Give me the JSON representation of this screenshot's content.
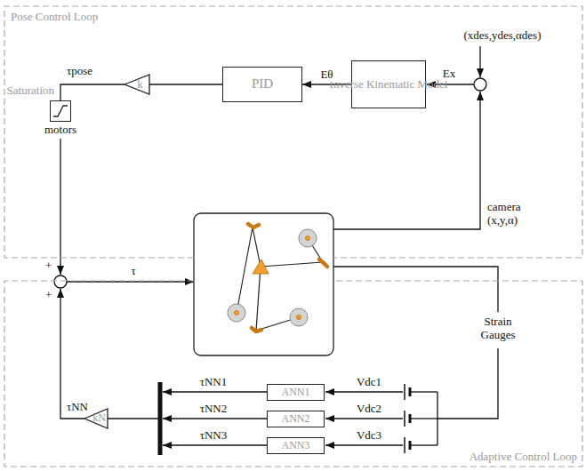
{
  "diagram": {
    "nodes": [
      {
        "text": [
          "Pose Control Loop"
        ]
      },
      {
        "text": [
          "k"
        ],
        "in": 0
      },
      {
        "text": [
          "PID"
        ],
        "in": 0
      },
      {
        "text": [
          "Inverse Kinematic Model"
        ],
        "in": 0
      },
      {
        "text": [
          "Saturation"
        ],
        "in": 0
      },
      {
        "text": [
          "Adaptive Control Loop"
        ]
      },
      {
        "text": [
          "kN"
        ],
        "in": 5
      },
      {
        "text": [
          "ANN1"
        ],
        "in": 5
      },
      {
        "text": [
          "ANN2"
        ],
        "in": 5
      },
      {
        "text": [
          "ANN3"
        ],
        "in": 5
      }
    ],
    "edges": [
      {
        "from": 3,
        "to": 2,
        "arrow": "to",
        "label": "Eθ"
      },
      {
        "from": 2,
        "to": 1,
        "arrow": "none"
      },
      {
        "from": 1,
        "to": 4,
        "arrow": "none"
      }
    ],
    "labels": [
      "(xdes,ydes,αdes)",
      "camera",
      "(x,y,α)",
      "Ex",
      "τpose",
      "motors",
      "+",
      "+",
      "τ",
      "τNN",
      "Strain Gauges",
      "τNN1",
      "τNN2",
      "τNN3",
      "Vdc1",
      "Vdc2",
      "Vdc3"
    ]
  }
}
